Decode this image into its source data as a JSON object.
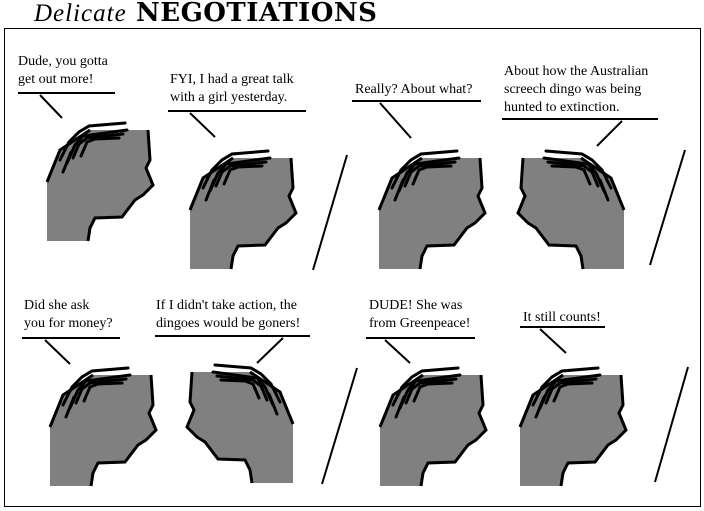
{
  "title": {
    "prefix": "Delicate",
    "main": "NEGOTIATIONS"
  },
  "colors": {
    "head_fill": "#808080",
    "ink": "#000000"
  },
  "panels": [
    {
      "caption": "Dude, you gotta\nget out more!"
    },
    {
      "caption": "FYI, I had a great talk\nwith a girl yesterday."
    },
    {
      "caption": "Really? About what?"
    },
    {
      "caption": "About how the Australian\nscreech dingo was being\nhunted to extinction."
    },
    {
      "caption": "Did she ask\nyou for money?"
    },
    {
      "caption": "If I didn't take action, the\ndingoes would be goners!"
    },
    {
      "caption": "DUDE! She was\nfrom Greenpeace!"
    },
    {
      "caption": "It still counts!"
    }
  ]
}
